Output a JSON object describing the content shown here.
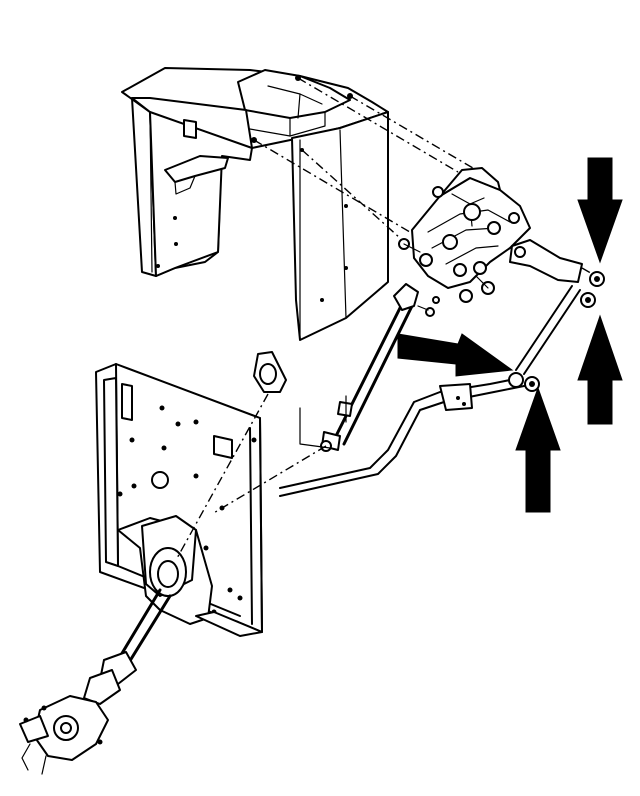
{
  "figure": {
    "background": "#ffffff",
    "ink": "#000000",
    "callouts": [
      {
        "name": "arrow-upper-right-down",
        "points": "down"
      },
      {
        "name": "arrow-upper-right-up",
        "points": "up"
      },
      {
        "name": "arrow-middle-right",
        "points": "right"
      },
      {
        "name": "arrow-lower-up",
        "points": "up"
      }
    ]
  }
}
